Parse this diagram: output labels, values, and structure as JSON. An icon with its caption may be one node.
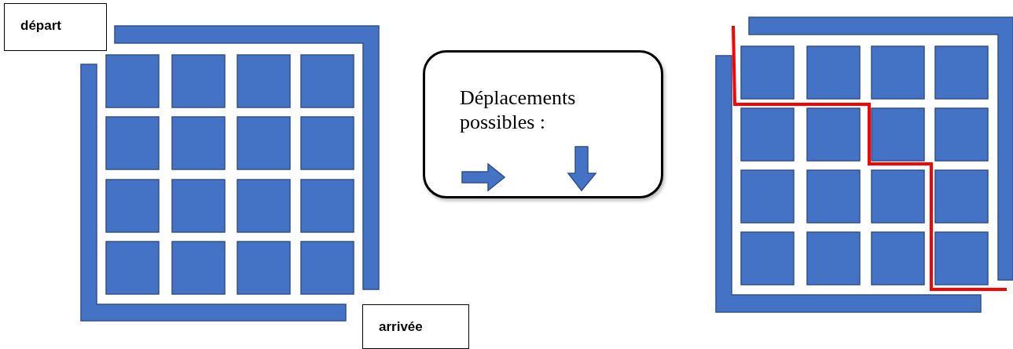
{
  "diagram": {
    "nodes": [
      {
        "text": [
          "départ"
        ]
      },
      {
        "text": [
          "Déplacements possibles :"
        ]
      },
      {
        "text": [
          "arrivée"
        ]
      }
    ]
  }
}
